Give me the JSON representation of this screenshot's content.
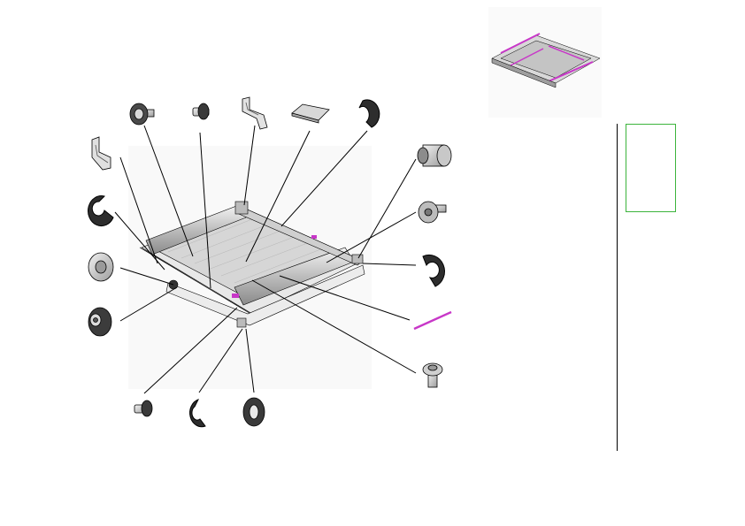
{
  "document": {
    "kind": "exploded parts diagram (transfer belt unit)",
    "has_text_labels": false
  },
  "colors": {
    "line": "#000000",
    "part_fill": "#d2d2d2",
    "part_dark": "#3c3c3c",
    "frame_fill": "#e6e6e6",
    "accent_magenta": "#c837c8",
    "thumbnail_border": "#3cb43c"
  },
  "parts": [
    {
      "id": "bracket-left",
      "shape": "bracket"
    },
    {
      "id": "e-ring-left",
      "shape": "e-ring"
    },
    {
      "id": "bushing-left",
      "shape": "bushing"
    },
    {
      "id": "gear-left",
      "shape": "gear"
    },
    {
      "id": "screw-top-1",
      "shape": "screw"
    },
    {
      "id": "pin-top-2",
      "shape": "pin"
    },
    {
      "id": "bracket-top-3",
      "shape": "bracket"
    },
    {
      "id": "pad-top-4",
      "shape": "pad"
    },
    {
      "id": "e-ring-top-5",
      "shape": "e-ring"
    },
    {
      "id": "bushing-right",
      "shape": "bushing"
    },
    {
      "id": "screw-right",
      "shape": "screw"
    },
    {
      "id": "e-ring-right",
      "shape": "e-ring"
    },
    {
      "id": "magenta-shaft",
      "shape": "shaft"
    },
    {
      "id": "screw-bottom-right",
      "shape": "screw"
    },
    {
      "id": "pin-bottom",
      "shape": "pin"
    },
    {
      "id": "e-ring-bottom",
      "shape": "e-ring"
    },
    {
      "id": "washer-bottom",
      "shape": "washer"
    }
  ]
}
